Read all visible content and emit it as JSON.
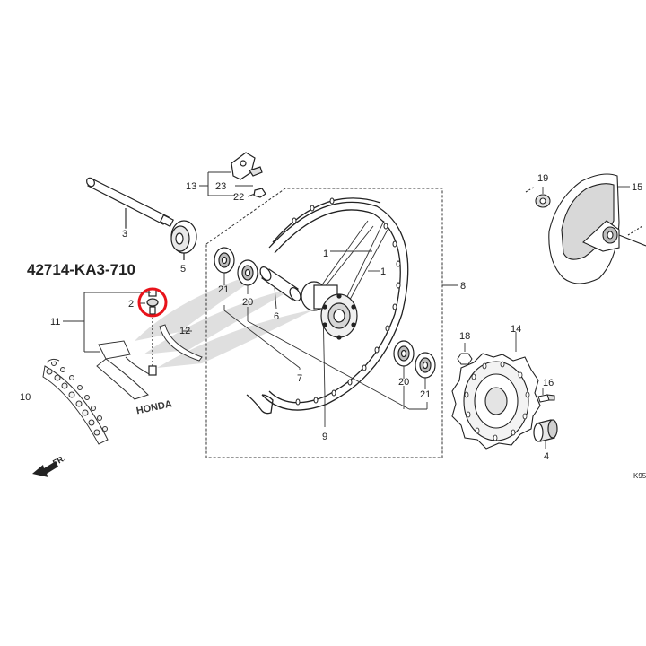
{
  "part_number": {
    "text": "42714-KA3-710",
    "color": "#e8131b"
  },
  "highlight_color": "#e8131b",
  "line_color": "#2a2a2a",
  "watermark": {
    "color": "#d9d9d9"
  },
  "direction_label": "FR.",
  "diagram_code": "K95",
  "callouts": {
    "c1a": "1",
    "c1b": "1",
    "c2": "2",
    "c3": "3",
    "c4": "4",
    "c5": "5",
    "c6": "6",
    "c7": "7",
    "c8": "8",
    "c9": "9",
    "c10": "10",
    "c11": "11",
    "c12": "12",
    "c13": "13",
    "c14": "14",
    "c15": "15",
    "c16": "16",
    "c18": "18",
    "c19": "19",
    "c20a": "20",
    "c20b": "20",
    "c21a": "21",
    "c21b": "21",
    "c22": "22",
    "c23": "23"
  }
}
